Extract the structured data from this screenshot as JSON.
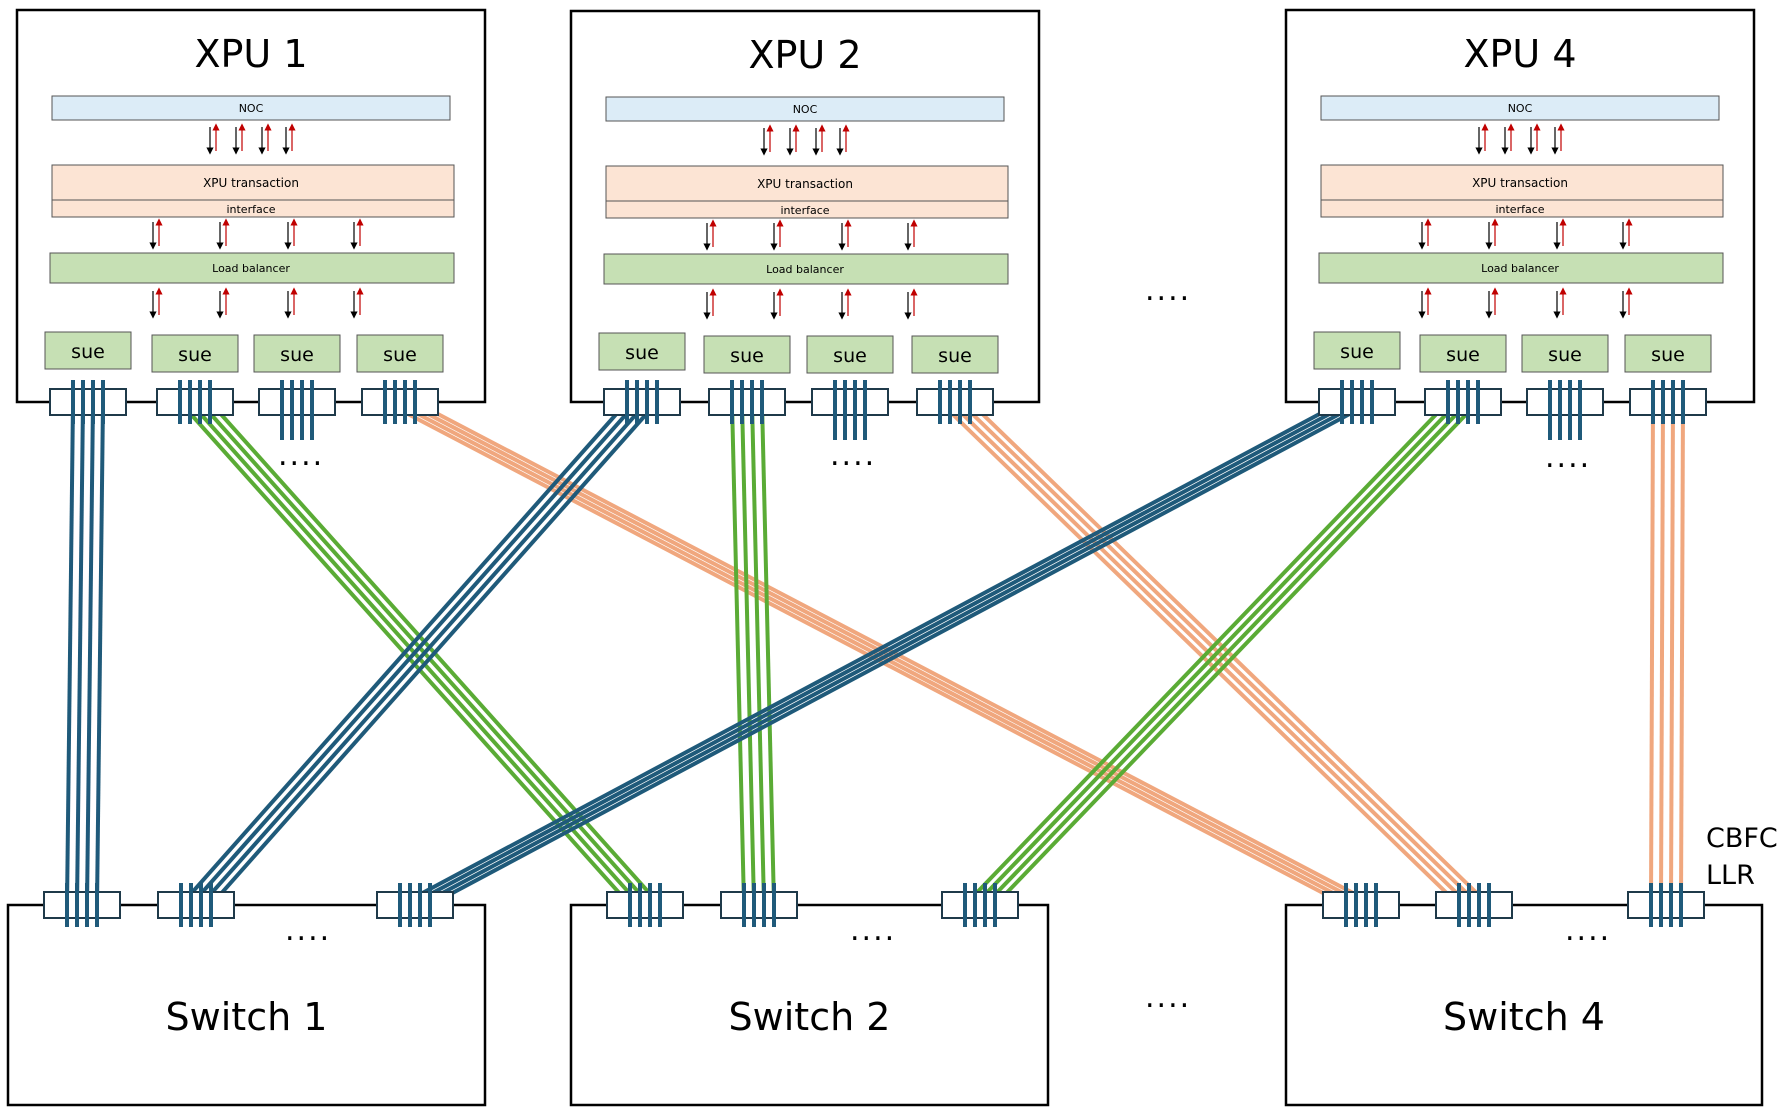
{
  "xpus": [
    {
      "title": "XPU 1",
      "noc": "NOC",
      "txn": "XPU transaction",
      "iface": "interface",
      "lb": "Load balancer",
      "sue": [
        "sue",
        "sue",
        "sue",
        "sue"
      ]
    },
    {
      "title": "XPU 2",
      "noc": "NOC",
      "txn": "XPU transaction",
      "iface": "interface",
      "lb": "Load balancer",
      "sue": [
        "sue",
        "sue",
        "sue",
        "sue"
      ]
    },
    {
      "title": "XPU 4",
      "noc": "NOC",
      "txn": "XPU transaction",
      "iface": "interface",
      "lb": "Load balancer",
      "sue": [
        "sue",
        "sue",
        "sue",
        "sue"
      ]
    }
  ],
  "switches": [
    {
      "title": "Switch 1"
    },
    {
      "title": "Switch 2"
    },
    {
      "title": "Switch 4"
    }
  ],
  "ellipsis": "....",
  "side_label": {
    "line1": "CBFC",
    "line2": "LLR"
  },
  "colors": {
    "blue": "#1f5a7a",
    "green": "#5aab35",
    "orange": "#f0a77e",
    "noc_fill": "#dcecf7",
    "txn_fill": "#fce4d4",
    "lb_fill": "#c6e0b4",
    "sue_fill": "#c6e0b4",
    "arrow_down": "#000000",
    "arrow_up": "#c00000"
  }
}
